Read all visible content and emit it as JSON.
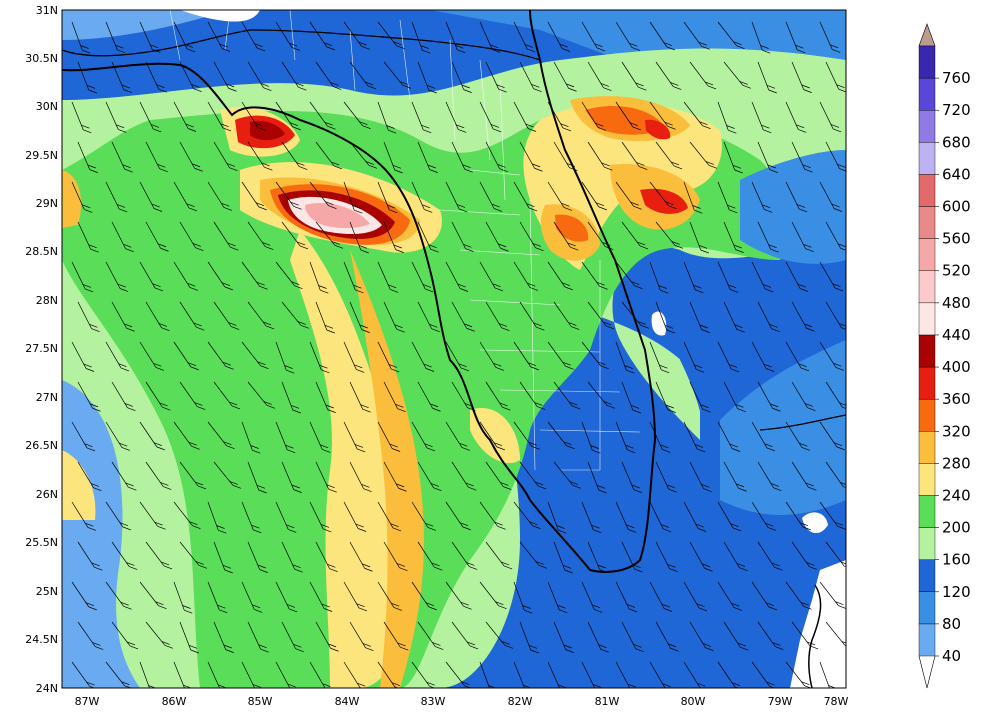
{
  "lat_labels": [
    "31N",
    "30.5N",
    "30N",
    "29.5N",
    "29N",
    "28.5N",
    "28N",
    "27.5N",
    "27N",
    "26.5N",
    "26N",
    "25.5N",
    "25N",
    "24.5N",
    "24N"
  ],
  "lon_labels": [
    "87W",
    "86W",
    "85W",
    "84W",
    "83W",
    "82W",
    "81W",
    "80W",
    "79W",
    "78W"
  ],
  "colorbar": {
    "tick_labels": [
      "40",
      "80",
      "120",
      "160",
      "200",
      "240",
      "280",
      "320",
      "360",
      "400",
      "440",
      "480",
      "520",
      "560",
      "600",
      "640",
      "680",
      "720",
      "760"
    ],
    "colors": [
      "#6aaaf0",
      "#3a8ee4",
      "#1f66d6",
      "#b4f2a0",
      "#5ade5a",
      "#fde57e",
      "#fbbd3c",
      "#f86a10",
      "#e81e10",
      "#a80202",
      "#fde6e6",
      "#fccaca",
      "#f6a8a8",
      "#e88a8a",
      "#e26a6a",
      "#bfb2f4",
      "#8f7ae6",
      "#5a46d8",
      "#3828b0"
    ],
    "top_cap_color": "#bd9c8e"
  },
  "fields": {
    "ocean_deep": "#1f66d6",
    "mid_blue": "#3a8ee4",
    "light_blue": "#6aaaf0",
    "light_green": "#b4f2a0",
    "green": "#5ade5a",
    "yellow": "#fde57e",
    "orange": "#fbbd3c",
    "dark_orange": "#f86a10",
    "red": "#e81e10",
    "dark_red": "#a80202",
    "pink": "#fccaca",
    "white": "#ffffff"
  }
}
